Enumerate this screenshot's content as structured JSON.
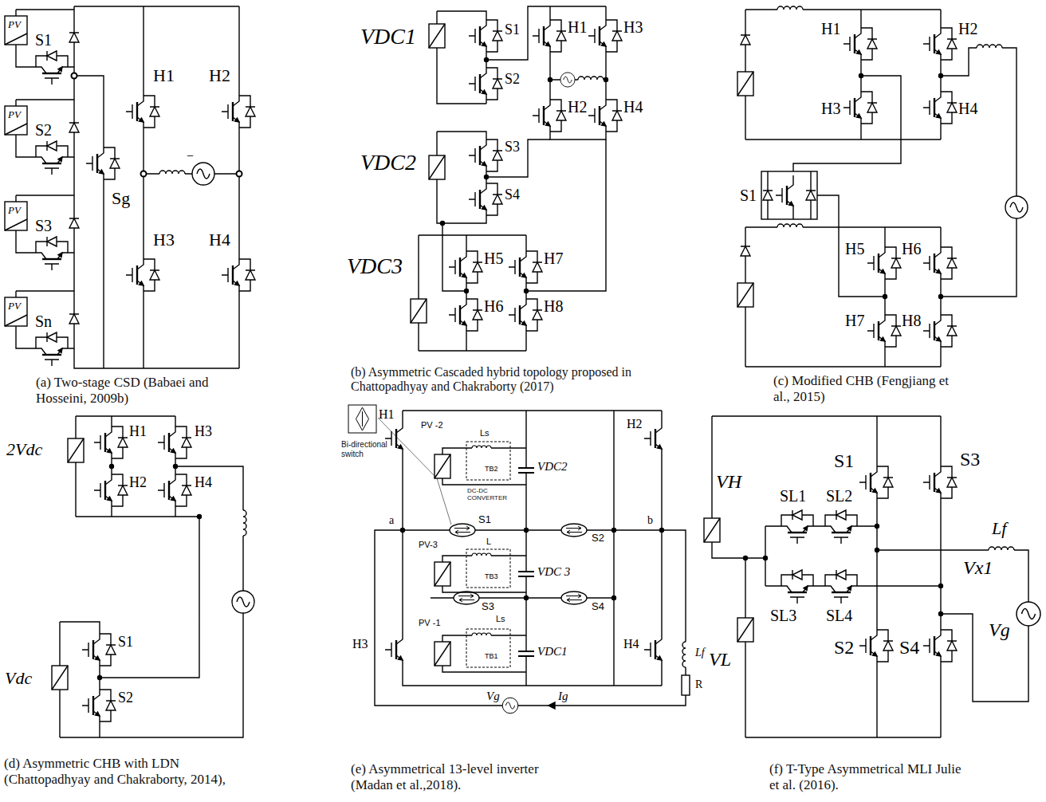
{
  "diagram": {
    "labels": [
      "PV",
      "S1",
      "H1",
      "H2",
      "PV",
      "S2",
      "−",
      "Sg",
      "PV",
      "S3",
      "H3",
      "H4",
      "PV",
      "Sn",
      "(a) Two-stage CSD (Babaei and Hosseini, 2009b)",
      "VDC1",
      "S1",
      "H1",
      "H3",
      "S2",
      "H2",
      "H4",
      "VDC2",
      "S3",
      "S4",
      "VDC3",
      "H5",
      "H7",
      "H6",
      "H8",
      "(b) Asymmetric Cascaded hybrid topology proposed in Chattopadhyay and Chakraborty (2017)",
      "H1",
      "H2",
      "H3",
      "H4",
      "S1",
      "H5",
      "H6",
      "H7",
      "H8",
      "(c) Modified CHB (Fengjiang et al., 2015)",
      "2Vdc",
      "H1",
      "H3",
      "H2",
      "H4",
      "Vdc",
      "S1",
      "S2",
      "(d) Asymmetric CHB with LDN (Chattopadhyay and Chakraborty, 2014),",
      "Bi-directional switch",
      "H1",
      "PV -2",
      "Ls",
      "TB2",
      "DC-DC CONVERTER",
      "VDC2",
      "H2",
      "a",
      "S1",
      "S2",
      "b",
      "PV-3",
      "L",
      "TB3",
      "VDC 3",
      "S3",
      "S4",
      "H3",
      "PV -1",
      "Ls",
      "TB1",
      "VDC1",
      "H4",
      "Lf",
      "R",
      "Vg",
      "Ig",
      "(e) Asymmetrical 13-level inverter (Madan et al.,2018).",
      "SL1",
      "SL2",
      "S1",
      "S3",
      "Lf",
      "VH",
      "Vx1",
      "Vg",
      "VL",
      "SL3",
      "SL4",
      "S2",
      "S4",
      "(f) T-Type Asymmetrical MLI Julie et al. (2016)."
    ]
  }
}
